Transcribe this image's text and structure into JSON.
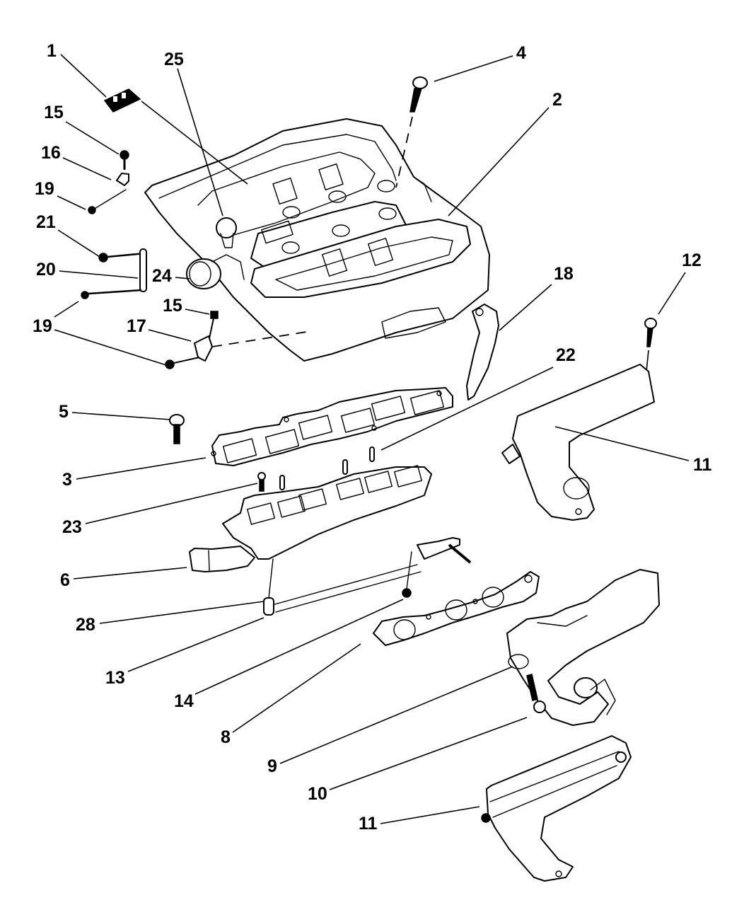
{
  "diagram": {
    "title": "Intake and Exhaust Manifold Exploded Parts Diagram",
    "colors": {
      "line": "#000000",
      "background": "#ffffff"
    },
    "callouts": [
      {
        "id": "c1",
        "label": "1",
        "part": "label/decal"
      },
      {
        "id": "c25",
        "label": "25",
        "part": "sensor"
      },
      {
        "id": "c4",
        "label": "4",
        "part": "bolt"
      },
      {
        "id": "c2",
        "label": "2",
        "part": "upper intake manifold"
      },
      {
        "id": "c15a",
        "label": "15",
        "part": "bolt"
      },
      {
        "id": "c16",
        "label": "16",
        "part": "bracket"
      },
      {
        "id": "c19a",
        "label": "19",
        "part": "bolt"
      },
      {
        "id": "c21",
        "label": "21",
        "part": "nut"
      },
      {
        "id": "c20",
        "label": "20",
        "part": "support rod"
      },
      {
        "id": "c24",
        "label": "24",
        "part": "throttle body"
      },
      {
        "id": "c19b",
        "label": "19",
        "part": "bolt"
      },
      {
        "id": "c15b",
        "label": "15",
        "part": "bolt"
      },
      {
        "id": "c17",
        "label": "17",
        "part": "bracket"
      },
      {
        "id": "c18",
        "label": "18",
        "part": "support bracket"
      },
      {
        "id": "c12",
        "label": "12",
        "part": "bolt"
      },
      {
        "id": "c22",
        "label": "22",
        "part": "stud"
      },
      {
        "id": "c5",
        "label": "5",
        "part": "bolt"
      },
      {
        "id": "c11a",
        "label": "11",
        "part": "heat shield"
      },
      {
        "id": "c3",
        "label": "3",
        "part": "intake gasket"
      },
      {
        "id": "c23",
        "label": "23",
        "part": "bolt"
      },
      {
        "id": "c6",
        "label": "6",
        "part": "lower intake manifold"
      },
      {
        "id": "c28",
        "label": "28",
        "part": "fitting"
      },
      {
        "id": "c13",
        "label": "13",
        "part": "tube"
      },
      {
        "id": "c14",
        "label": "14",
        "part": "nut"
      },
      {
        "id": "c8",
        "label": "8",
        "part": "exhaust gasket"
      },
      {
        "id": "c9",
        "label": "9",
        "part": "exhaust manifold"
      },
      {
        "id": "c10",
        "label": "10",
        "part": "bolt"
      },
      {
        "id": "c11b",
        "label": "11",
        "part": "heat shield"
      }
    ]
  }
}
